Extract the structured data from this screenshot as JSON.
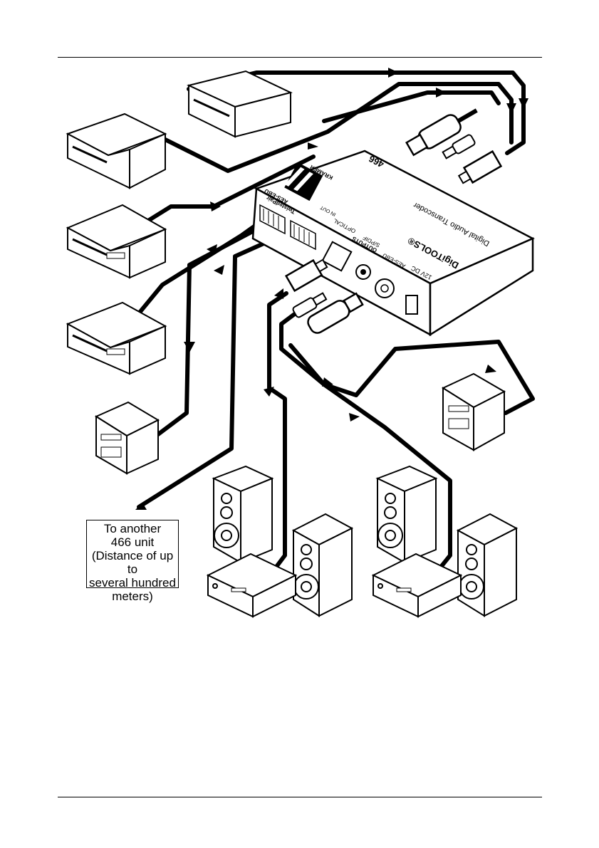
{
  "diagram": {
    "device": {
      "model": "466",
      "brand": "KRAMER",
      "product_line": "DigiTOOLS®",
      "subtitle": "Digital Audio Transcoder",
      "panel_labels": {
        "power": "12V DC",
        "outputs": "OUTPUTS",
        "aes": "AES-EBU",
        "spdif": "S/PDIF",
        "optical": "OPTICAL",
        "twisted_pair": "TwistedPair",
        "in_out": "IN  OUT"
      }
    },
    "callout": {
      "lines": [
        "To another",
        "466 unit",
        "(Distance of up to",
        "several hundred",
        "meters)"
      ]
    }
  }
}
